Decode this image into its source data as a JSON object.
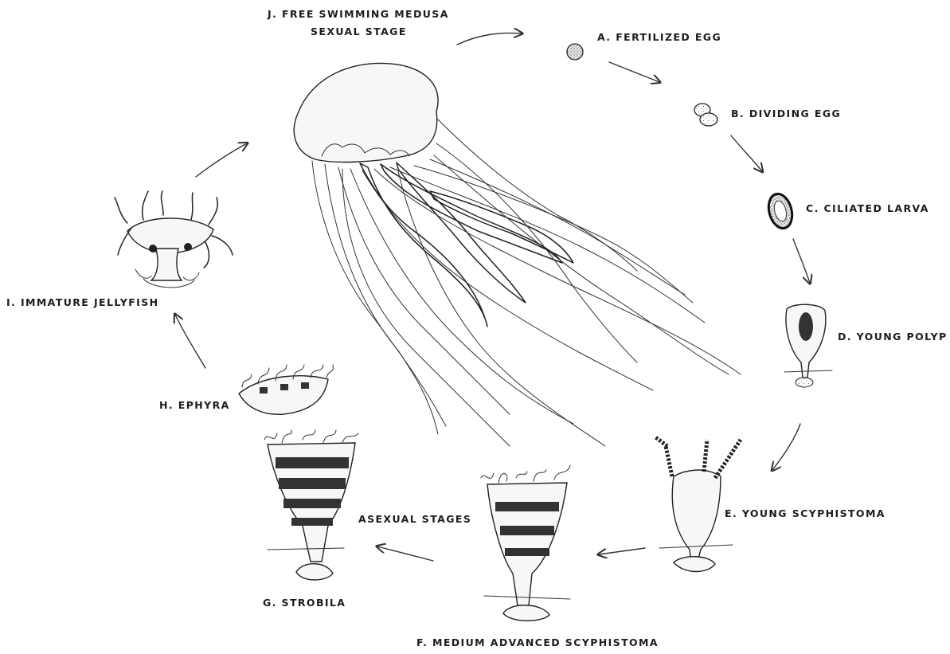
{
  "diagram": {
    "labels": {
      "j_line1": "J. FREE SWIMMING MEDUSA",
      "j_line2": "SEXUAL STAGE",
      "a": "A. FERTILIZED EGG",
      "b": "B. DIVIDING EGG",
      "c": "C. CILIATED LARVA",
      "d": "D. YOUNG POLYP",
      "e": "E. YOUNG SCYPHISTOMA",
      "f": "F. MEDIUM ADVANCED SCYPHISTOMA",
      "g": "G. STROBILA",
      "h": "H. EPHYRA",
      "i": "I. IMMATURE JELLYFISH",
      "asexual": "ASEXUAL STAGES"
    }
  }
}
